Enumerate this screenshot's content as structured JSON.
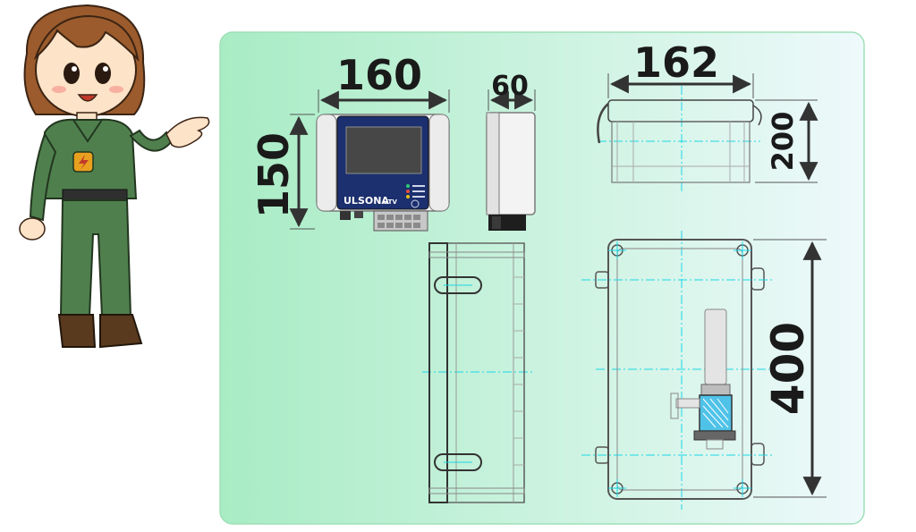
{
  "panel": {
    "bg_start": "#a8ecc4",
    "bg_end": "#eef9fb",
    "border": "#9fe0b8"
  },
  "device": {
    "brand": "ULSONA",
    "model": "UTV",
    "screen_color": "#474747",
    "face_color": "#1c2f6e"
  },
  "dimensions": {
    "front_width": "160",
    "front_height": "150",
    "side_depth": "60",
    "box_width": "162",
    "box_depth": "200",
    "box_height": "400"
  },
  "colors": {
    "dimension_arrow": "#333333",
    "centerline": "#1ad8e6",
    "outline": "#7a7a7a",
    "uniform": "#4f7f4d",
    "cartridge": "#4fc2e8"
  },
  "icons": {
    "badge": "lightning-badge-icon"
  }
}
